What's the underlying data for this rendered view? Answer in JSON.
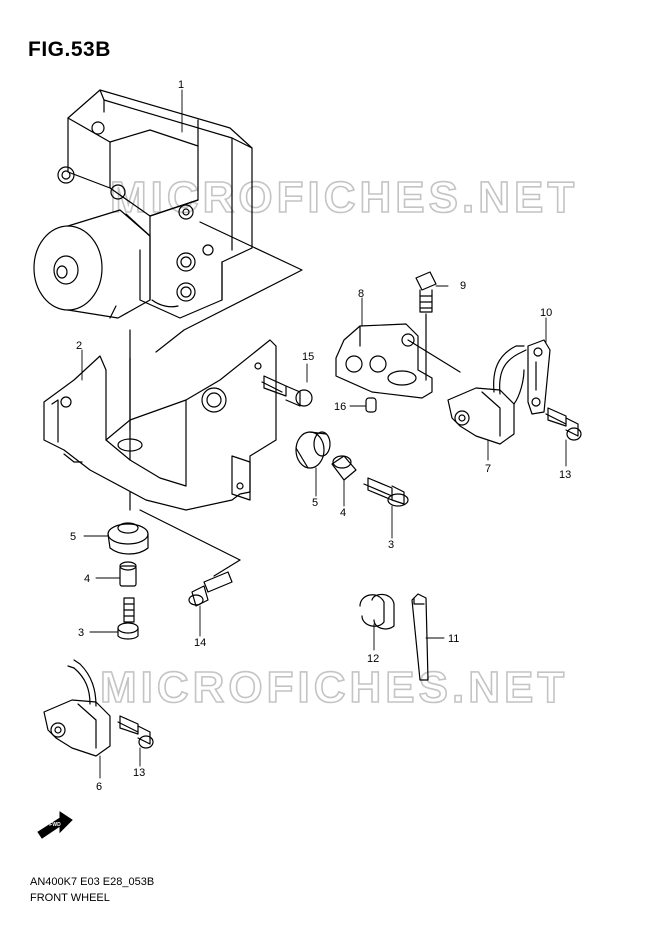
{
  "figure": {
    "title": "FIG.53B",
    "code": "AN400K7 E03 E28_053B",
    "name": "FRONT WHEEL"
  },
  "watermark": {
    "text": "MICROFICHES.NET",
    "color": "#c4c4c4"
  },
  "fwd_icon": {
    "label": "FWD"
  },
  "callouts": [
    {
      "key": "c1",
      "label": "1"
    },
    {
      "key": "c2",
      "label": "2"
    },
    {
      "key": "c8",
      "label": "8"
    },
    {
      "key": "c9",
      "label": "9"
    },
    {
      "key": "c10",
      "label": "10"
    },
    {
      "key": "c15",
      "label": "15"
    },
    {
      "key": "c16",
      "label": "16"
    },
    {
      "key": "c7",
      "label": "7"
    },
    {
      "key": "c13a",
      "label": "13"
    },
    {
      "key": "c5a",
      "label": "5"
    },
    {
      "key": "c4a",
      "label": "4"
    },
    {
      "key": "c3a",
      "label": "3"
    },
    {
      "key": "c5b",
      "label": "5"
    },
    {
      "key": "c4b",
      "label": "4"
    },
    {
      "key": "c3b",
      "label": "3"
    },
    {
      "key": "c14",
      "label": "14"
    },
    {
      "key": "c12",
      "label": "12"
    },
    {
      "key": "c11",
      "label": "11"
    },
    {
      "key": "c6",
      "label": "6"
    },
    {
      "key": "c13b",
      "label": "13"
    }
  ]
}
